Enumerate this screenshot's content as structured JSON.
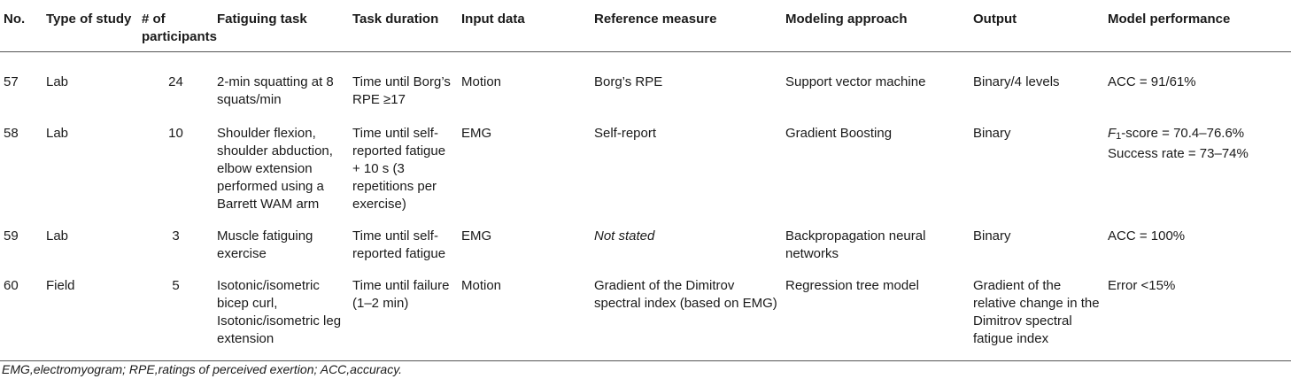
{
  "headers": [
    "No.",
    "Type of study",
    "# of participants",
    "Fatiguing task",
    "Task duration",
    "Input data",
    "Reference measure",
    "Modeling approach",
    "Output",
    "Model performance"
  ],
  "rows": [
    {
      "no": "57",
      "type": "Lab",
      "participants": "24",
      "task": "2-min squatting at 8 squats/min",
      "duration": "Time until Borg’s RPE ≥17",
      "input": "Motion",
      "reference": "Borg’s RPE",
      "model": "Support vector machine",
      "output": "Binary/4 levels",
      "perf1": "ACC = 91/61%",
      "perf2": ""
    },
    {
      "no": "58",
      "type": "Lab",
      "participants": "10",
      "task": "Shoulder flexion, shoulder abduction, elbow extension performed using a Barrett WAM arm",
      "duration": "Time until self-reported fatigue + 10 s (3 repetitions per exercise)",
      "input": "EMG",
      "reference": "Self-report",
      "model": "Gradient Boosting",
      "output": "Binary",
      "perf1_italic": "F",
      "perf1_sub": "1",
      "perf1": "-score = 70.4–76.6%",
      "perf2": "Success rate = 73–74%"
    },
    {
      "no": "59",
      "type": "Lab",
      "participants": "3",
      "task": "Muscle fatiguing exercise",
      "duration": "Time until self-reported fatigue",
      "input": "EMG",
      "reference": "Not stated",
      "model": "Backpropagation neural networks",
      "output": "Binary",
      "perf1": "ACC = 100%",
      "perf2": ""
    },
    {
      "no": "60",
      "type": "Field",
      "participants": "5",
      "task": "Isotonic/isometric bicep curl, Isotonic/isometric leg extension",
      "duration": "Time until failure (1–2 min)",
      "input": "Motion",
      "reference": "Gradient of the Dimitrov spectral index (based on EMG)",
      "model": "Regression tree model",
      "output": "Gradient of the relative change in the Dimitrov spectral fatigue index",
      "perf1": "Error <15%",
      "perf2": ""
    }
  ],
  "footnote": "EMG,electromyogram; RPE,ratings of perceived exertion; ACC,accuracy."
}
